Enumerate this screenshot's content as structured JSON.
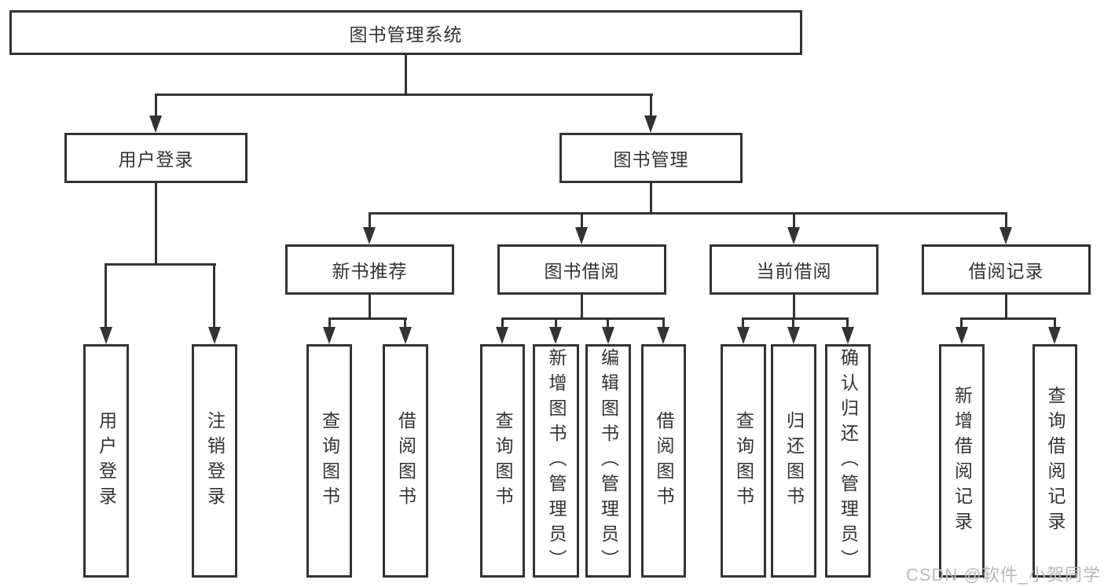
{
  "diagram": {
    "root": {
      "label": "图书管理系统"
    },
    "branches": [
      {
        "label": "用户登录",
        "children": [
          {
            "label": "用户登录"
          },
          {
            "label": "注销登录"
          }
        ]
      },
      {
        "label": "图书管理",
        "children": [
          {
            "label": "新书推荐",
            "children": [
              {
                "label": "查询图书"
              },
              {
                "label": "借阅图书"
              }
            ]
          },
          {
            "label": "图书借阅",
            "children": [
              {
                "label": "查询图书"
              },
              {
                "label": "新增图书（管理员）"
              },
              {
                "label": "编辑图书（管理员）"
              },
              {
                "label": "借阅图书"
              }
            ]
          },
          {
            "label": "当前借阅",
            "children": [
              {
                "label": "查询图书"
              },
              {
                "label": "归还图书"
              },
              {
                "label": "确认归还（管理员）"
              }
            ]
          },
          {
            "label": "借阅记录",
            "children": [
              {
                "label": "新增借阅记录"
              },
              {
                "label": "查询借阅记录"
              }
            ]
          }
        ]
      }
    ]
  },
  "watermark": {
    "text": "CSDN @软件_小贺同学",
    "color": "#b9b9b9"
  },
  "colors": {
    "line": "#333333",
    "background": "#ffffff",
    "text": "#333333"
  }
}
